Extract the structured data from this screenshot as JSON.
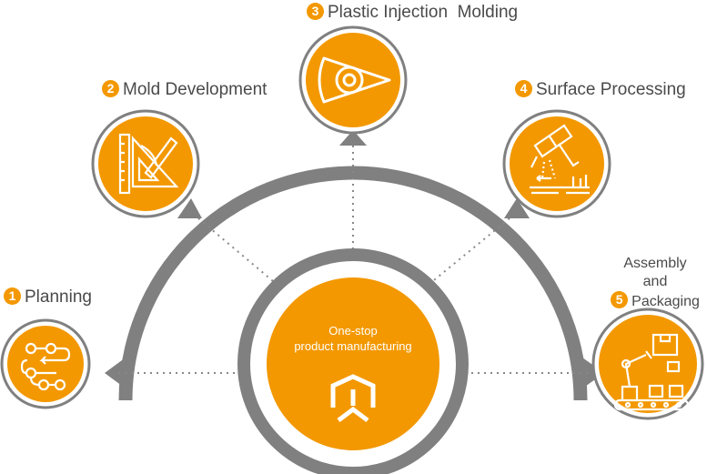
{
  "center": {
    "line1": "One-stop",
    "line2": "product manufacturing"
  },
  "steps": [
    {
      "number": "1",
      "label": "Planning",
      "icon": "flowchart-icon"
    },
    {
      "number": "2",
      "label": "Mold Development",
      "icon": "ruler-set-square-pencil-icon"
    },
    {
      "number": "3",
      "label": "Plastic Injection  Molding",
      "icon": "injection-nozzle-icon"
    },
    {
      "number": "4",
      "label": "Surface Processing",
      "icon": "spray-gun-icon"
    },
    {
      "number": "5",
      "label_lines": [
        "Assembly",
        "and",
        "Packaging"
      ],
      "icon": "robot-arm-conveyor-icon"
    }
  ],
  "colors": {
    "accent": "#f39800",
    "ring": "#808080",
    "text": "#4a4a4a",
    "dots": "#888888"
  }
}
